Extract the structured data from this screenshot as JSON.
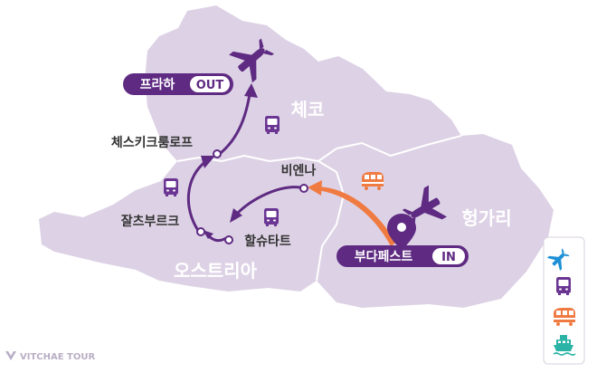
{
  "colors": {
    "map_fill": "#ddd2e5",
    "border": "#ffffff",
    "route": "#5e2a82",
    "train_route": "#f07b42",
    "badge": "#5e2a82",
    "country_label": "#ffffff",
    "city_label": "#333333",
    "watermark": "#b9aec4",
    "plane": "#1e90d6",
    "bus": "#6a3593",
    "train": "#f07b42",
    "ship": "#2bb3a6"
  },
  "countries": [
    {
      "id": "czech",
      "label": "체코"
    },
    {
      "id": "austria",
      "label": "오스트리아"
    },
    {
      "id": "hungary",
      "label": "헝가리"
    }
  ],
  "cities": [
    {
      "id": "cesky-krumlov",
      "label": "체스키크룸로프"
    },
    {
      "id": "vienna",
      "label": "비엔나"
    },
    {
      "id": "salzkammergut",
      "label": "잘츠부르크"
    },
    {
      "id": "hallstatt",
      "label": "할슈타트"
    }
  ],
  "badges": [
    {
      "id": "prague",
      "city": "프라하",
      "tag": "OUT"
    },
    {
      "id": "budapest",
      "city": "부다페스트",
      "tag": "IN"
    }
  ],
  "legend": [
    {
      "id": "plane",
      "icon": "plane-icon"
    },
    {
      "id": "bus",
      "icon": "bus-icon"
    },
    {
      "id": "train",
      "icon": "train-icon"
    },
    {
      "id": "ship",
      "icon": "ship-icon"
    }
  ],
  "watermark": "VITCHAE TOUR"
}
